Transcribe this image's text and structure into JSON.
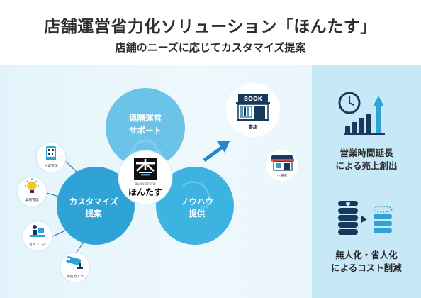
{
  "header": {
    "title": "店舗運営省力化ソリューション「ほんたす」",
    "subtitle": "店舗のニーズに応じてカスタマイズ提案"
  },
  "diagram": {
    "circle_remote": {
      "line1": "遠隔運営",
      "line2": "サポート"
    },
    "circle_custom": {
      "line1": "カスタマイズ",
      "line2": "提案"
    },
    "circle_knowhow": {
      "line1": "ノウハウ",
      "line2": "提供"
    },
    "center_logo": {
      "brand": "ほんたす",
      "logo_small": "BOOK STORE"
    },
    "satellites": [
      {
        "label": "入退管理",
        "icon": "qr-phone-icon"
      },
      {
        "label": "業務管理",
        "icon": "lightbulb-icon"
      },
      {
        "label": "セルフレジ",
        "icon": "self-checkout-icon"
      },
      {
        "label": "防犯カメラ",
        "icon": "security-camera-icon"
      }
    ],
    "stores": {
      "bookstore": {
        "sign": "BOOK",
        "label": "書店"
      },
      "retail": {
        "label": "小売店"
      }
    }
  },
  "benefits": [
    {
      "line1": "営業時間延長",
      "line2": "による売上創出",
      "icon": "clock-growth-chart-icon"
    },
    {
      "line1": "無人化・省人化",
      "line2": "によるコスト削減",
      "icon": "coin-stack-reduction-icon"
    }
  ],
  "colors": {
    "light_blue": "#6cc3e8",
    "mid_blue": "#2fa3d6",
    "teal_blue": "#3cb3e0",
    "navy": "#163a5c",
    "panel_bg": "#e3f3fb",
    "right_panel": "#c7e8f6",
    "arrow_blue": "#2189c5"
  }
}
